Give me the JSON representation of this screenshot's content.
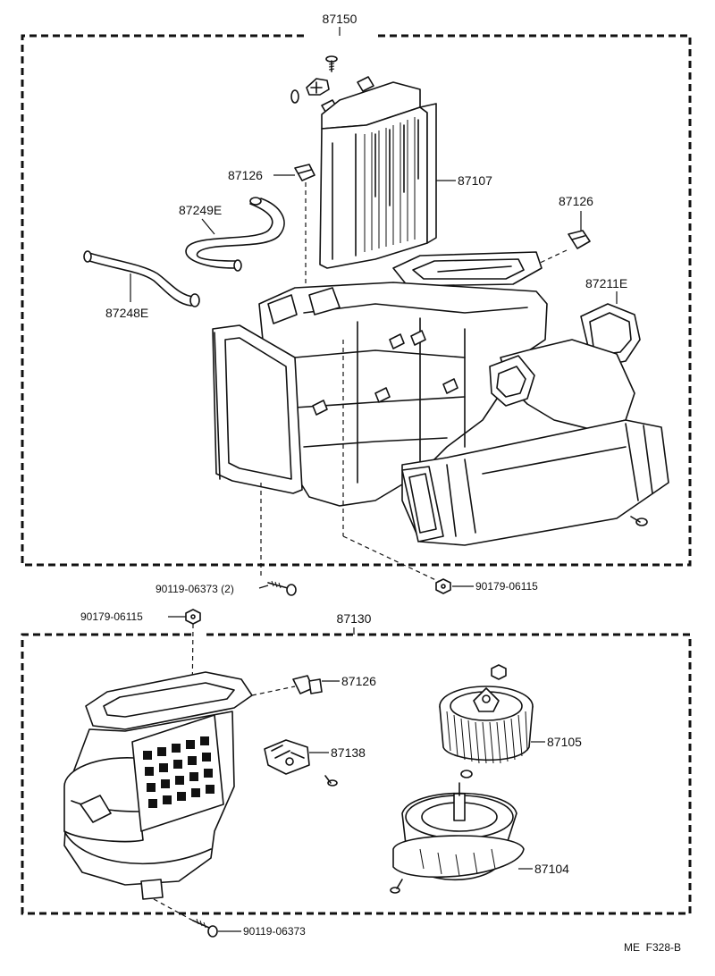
{
  "assemblies": {
    "upper_label": "87150",
    "lower_label": "87130"
  },
  "upper_parts": {
    "radiator_core": "87107",
    "clamp_left": "87126",
    "clamp_right": "87126",
    "hose_upper": "87249E",
    "hose_lower": "87248E",
    "duct": "87211E",
    "screw_bottom": "90119-06373 (2)",
    "nut_right": "90179-06115"
  },
  "lower_parts": {
    "nut_top": "90179-06115",
    "clamp": "87126",
    "resistor": "87138",
    "fan": "87105",
    "motor": "87104",
    "screw_bottom": "90119-06373"
  },
  "footer": {
    "code": "ME  F328-B"
  }
}
